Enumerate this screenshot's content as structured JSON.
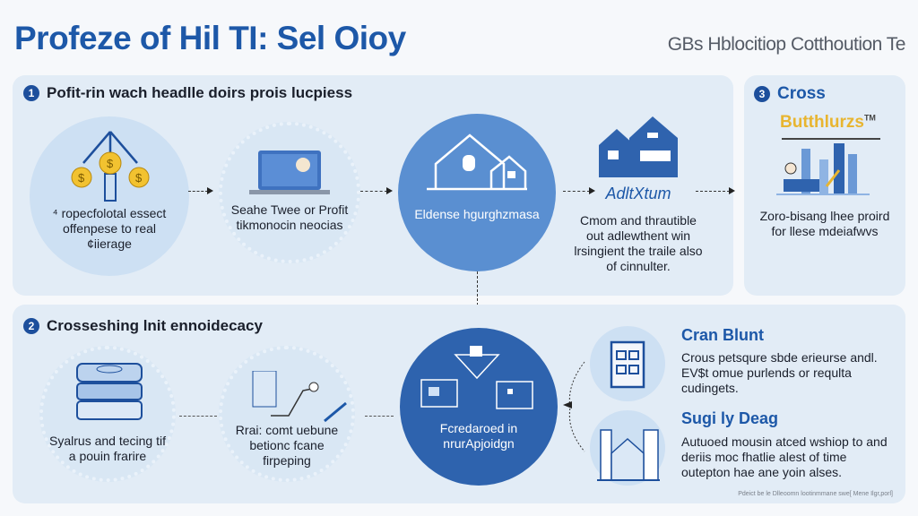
{
  "header": {
    "title": "Profeze of Hil TI: Sel Oioy",
    "subtitle": "GBs Hblocitiop Cotthoution Te"
  },
  "section1": {
    "number": "1",
    "heading": "Pofit-rin wach headlle doirs prois lucpiess",
    "steps": [
      {
        "icon": "money-bags-scale-icon",
        "text": "⁴ ropecfolotal essect offenpese to real ¢iierage"
      },
      {
        "icon": "laptop-icon",
        "text": "Seahe Twee or Profit tikmonocin neocias"
      },
      {
        "icon": "house-icon",
        "text": "Eldense hgurghzmasa"
      },
      {
        "icon": "home-building-icon",
        "title": "AdltXtum",
        "text": "Cmom and thrautible out adlewthent win lrsingient the traile also of cinnulter."
      }
    ]
  },
  "section3": {
    "number": "3",
    "heading": "Cross",
    "brand": "Butthlurzs",
    "brand_mark": "TM",
    "text": "Zoro-bisang lhee proird for llese mdeiafwvs"
  },
  "section2": {
    "number": "2",
    "heading": "Crosseshing lnit ennoidecacy",
    "steps": [
      {
        "icon": "server-stack-icon",
        "text": "Syalrus and tecing tif a pouin frarire"
      },
      {
        "icon": "robot-arm-icon",
        "text": "Rrai: comt uebune betionc fcane firpeping"
      },
      {
        "icon": "network-icon",
        "text": "Fcredaroed in nrurApjoidgn"
      }
    ],
    "items": [
      {
        "icon": "window-grid-icon",
        "title": "Cran Blunt",
        "text": "Crous petsqure sbde erieurse andl. EV$t omue purlends or requlta cudingets."
      },
      {
        "icon": "city-building-icon",
        "title": "Sugi ly Deag",
        "text": "Autuoed mousin atced wshiop to and deriis moc fhatlie alest of time outepton hae ane yoin alses."
      }
    ],
    "footnote": "Pdeict be le Dlleoomn lootinmmane swe[ Mene Ilgr,porl]"
  },
  "colors": {
    "accent": "#1d58a8",
    "panel": "#e2ecf6",
    "gold": "#e8b530"
  }
}
